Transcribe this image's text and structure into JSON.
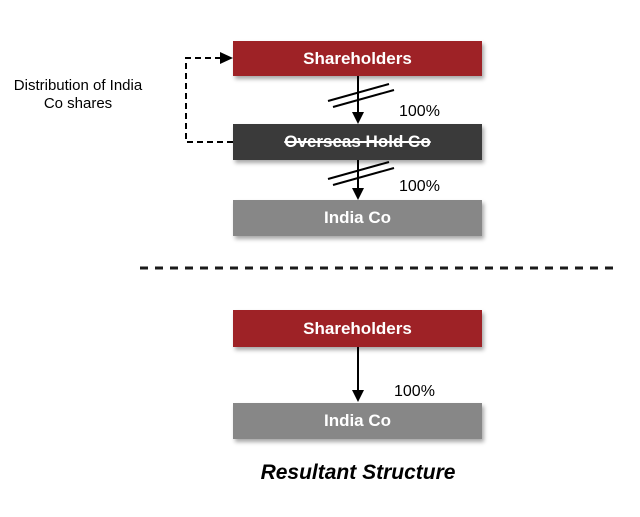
{
  "colors": {
    "shareholders_red": "#9E2226",
    "overseas_dark_gray": "#3A3A3A",
    "india_gray": "#878787",
    "line_black": "#000000",
    "box_text_white": "#FFFFFF",
    "cross_white": "#FFFFFF"
  },
  "before": {
    "annotation_line1": "Distribution of India",
    "annotation_line2": "Co shares",
    "shareholders_label": "Shareholders",
    "overseas_label": "Overseas Hold Co",
    "ownership_top": "100%",
    "ownership_bottom": "100%",
    "india_label": "India Co"
  },
  "after": {
    "shareholders_label": "Shareholders",
    "ownership": "100%",
    "india_label": "India Co",
    "caption": "Resultant Structure"
  }
}
